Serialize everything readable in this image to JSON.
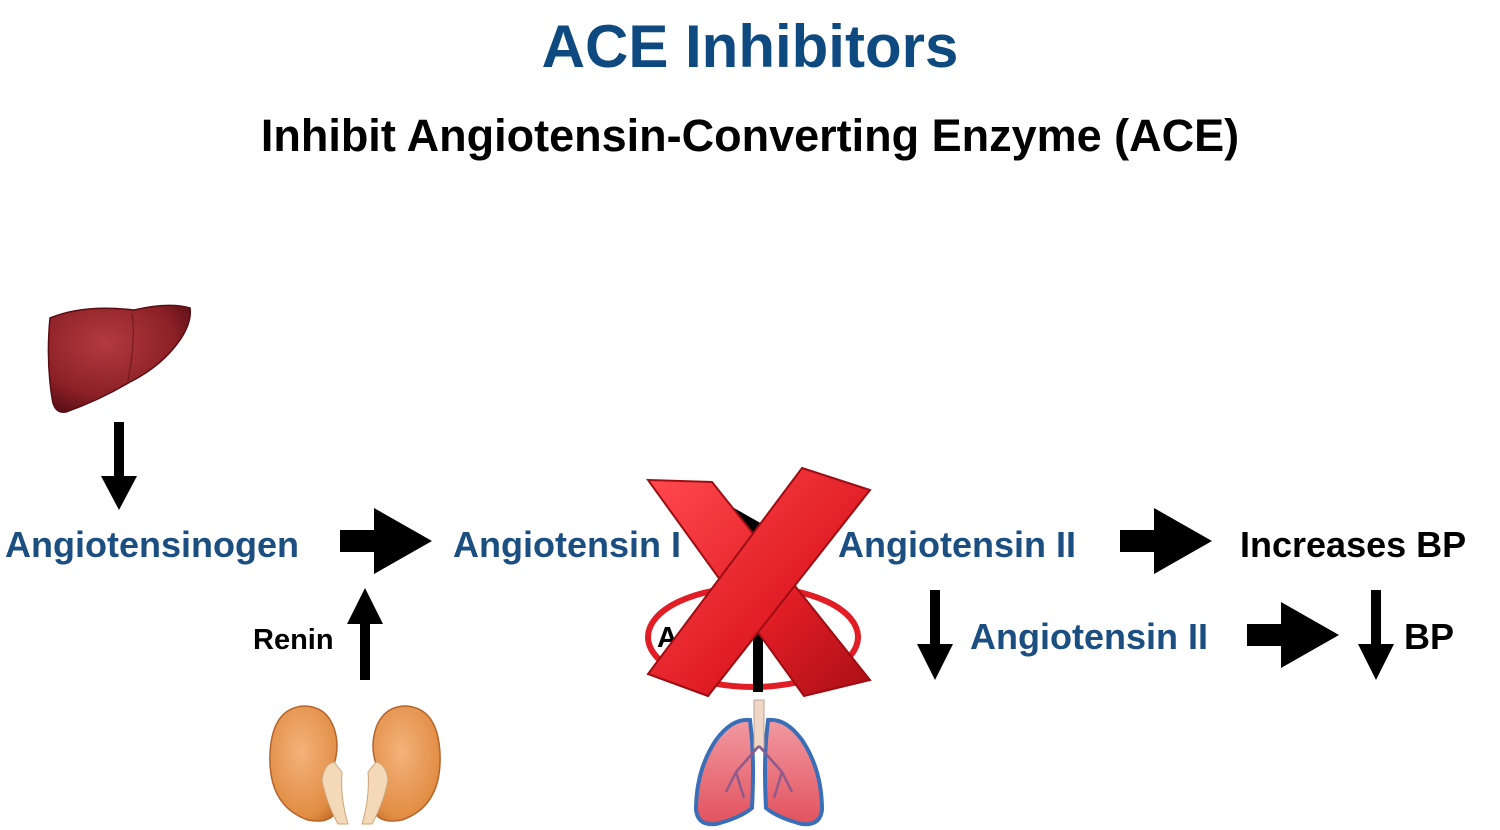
{
  "title": "ACE Inhibitors",
  "subtitle": "Inhibit Angiotensin-Converting Enzyme (ACE)",
  "pathway": {
    "angiotensinogen": "Angiotensinogen",
    "angiotensin_1": "Angiotensin I",
    "angiotensin_2": "Angiotensin II",
    "increases_bp": "Increases BP",
    "renin": "Renin",
    "ace": "ACE",
    "decreased_angiotensin_2": "Angiotensin II",
    "decreased_bp": "BP"
  },
  "organs": {
    "liver": "liver-image",
    "kidneys": "kidneys-image",
    "lungs": "lungs-image"
  },
  "colors": {
    "title": "#0e4a80",
    "label_blue": "#1b4f82",
    "text_black": "#000000",
    "inhibit_x": "#e11d25",
    "ace_circle": "#e11d25",
    "liver": "#8c2027",
    "kidney": "#e99a55",
    "lung": "#e95d6a"
  }
}
